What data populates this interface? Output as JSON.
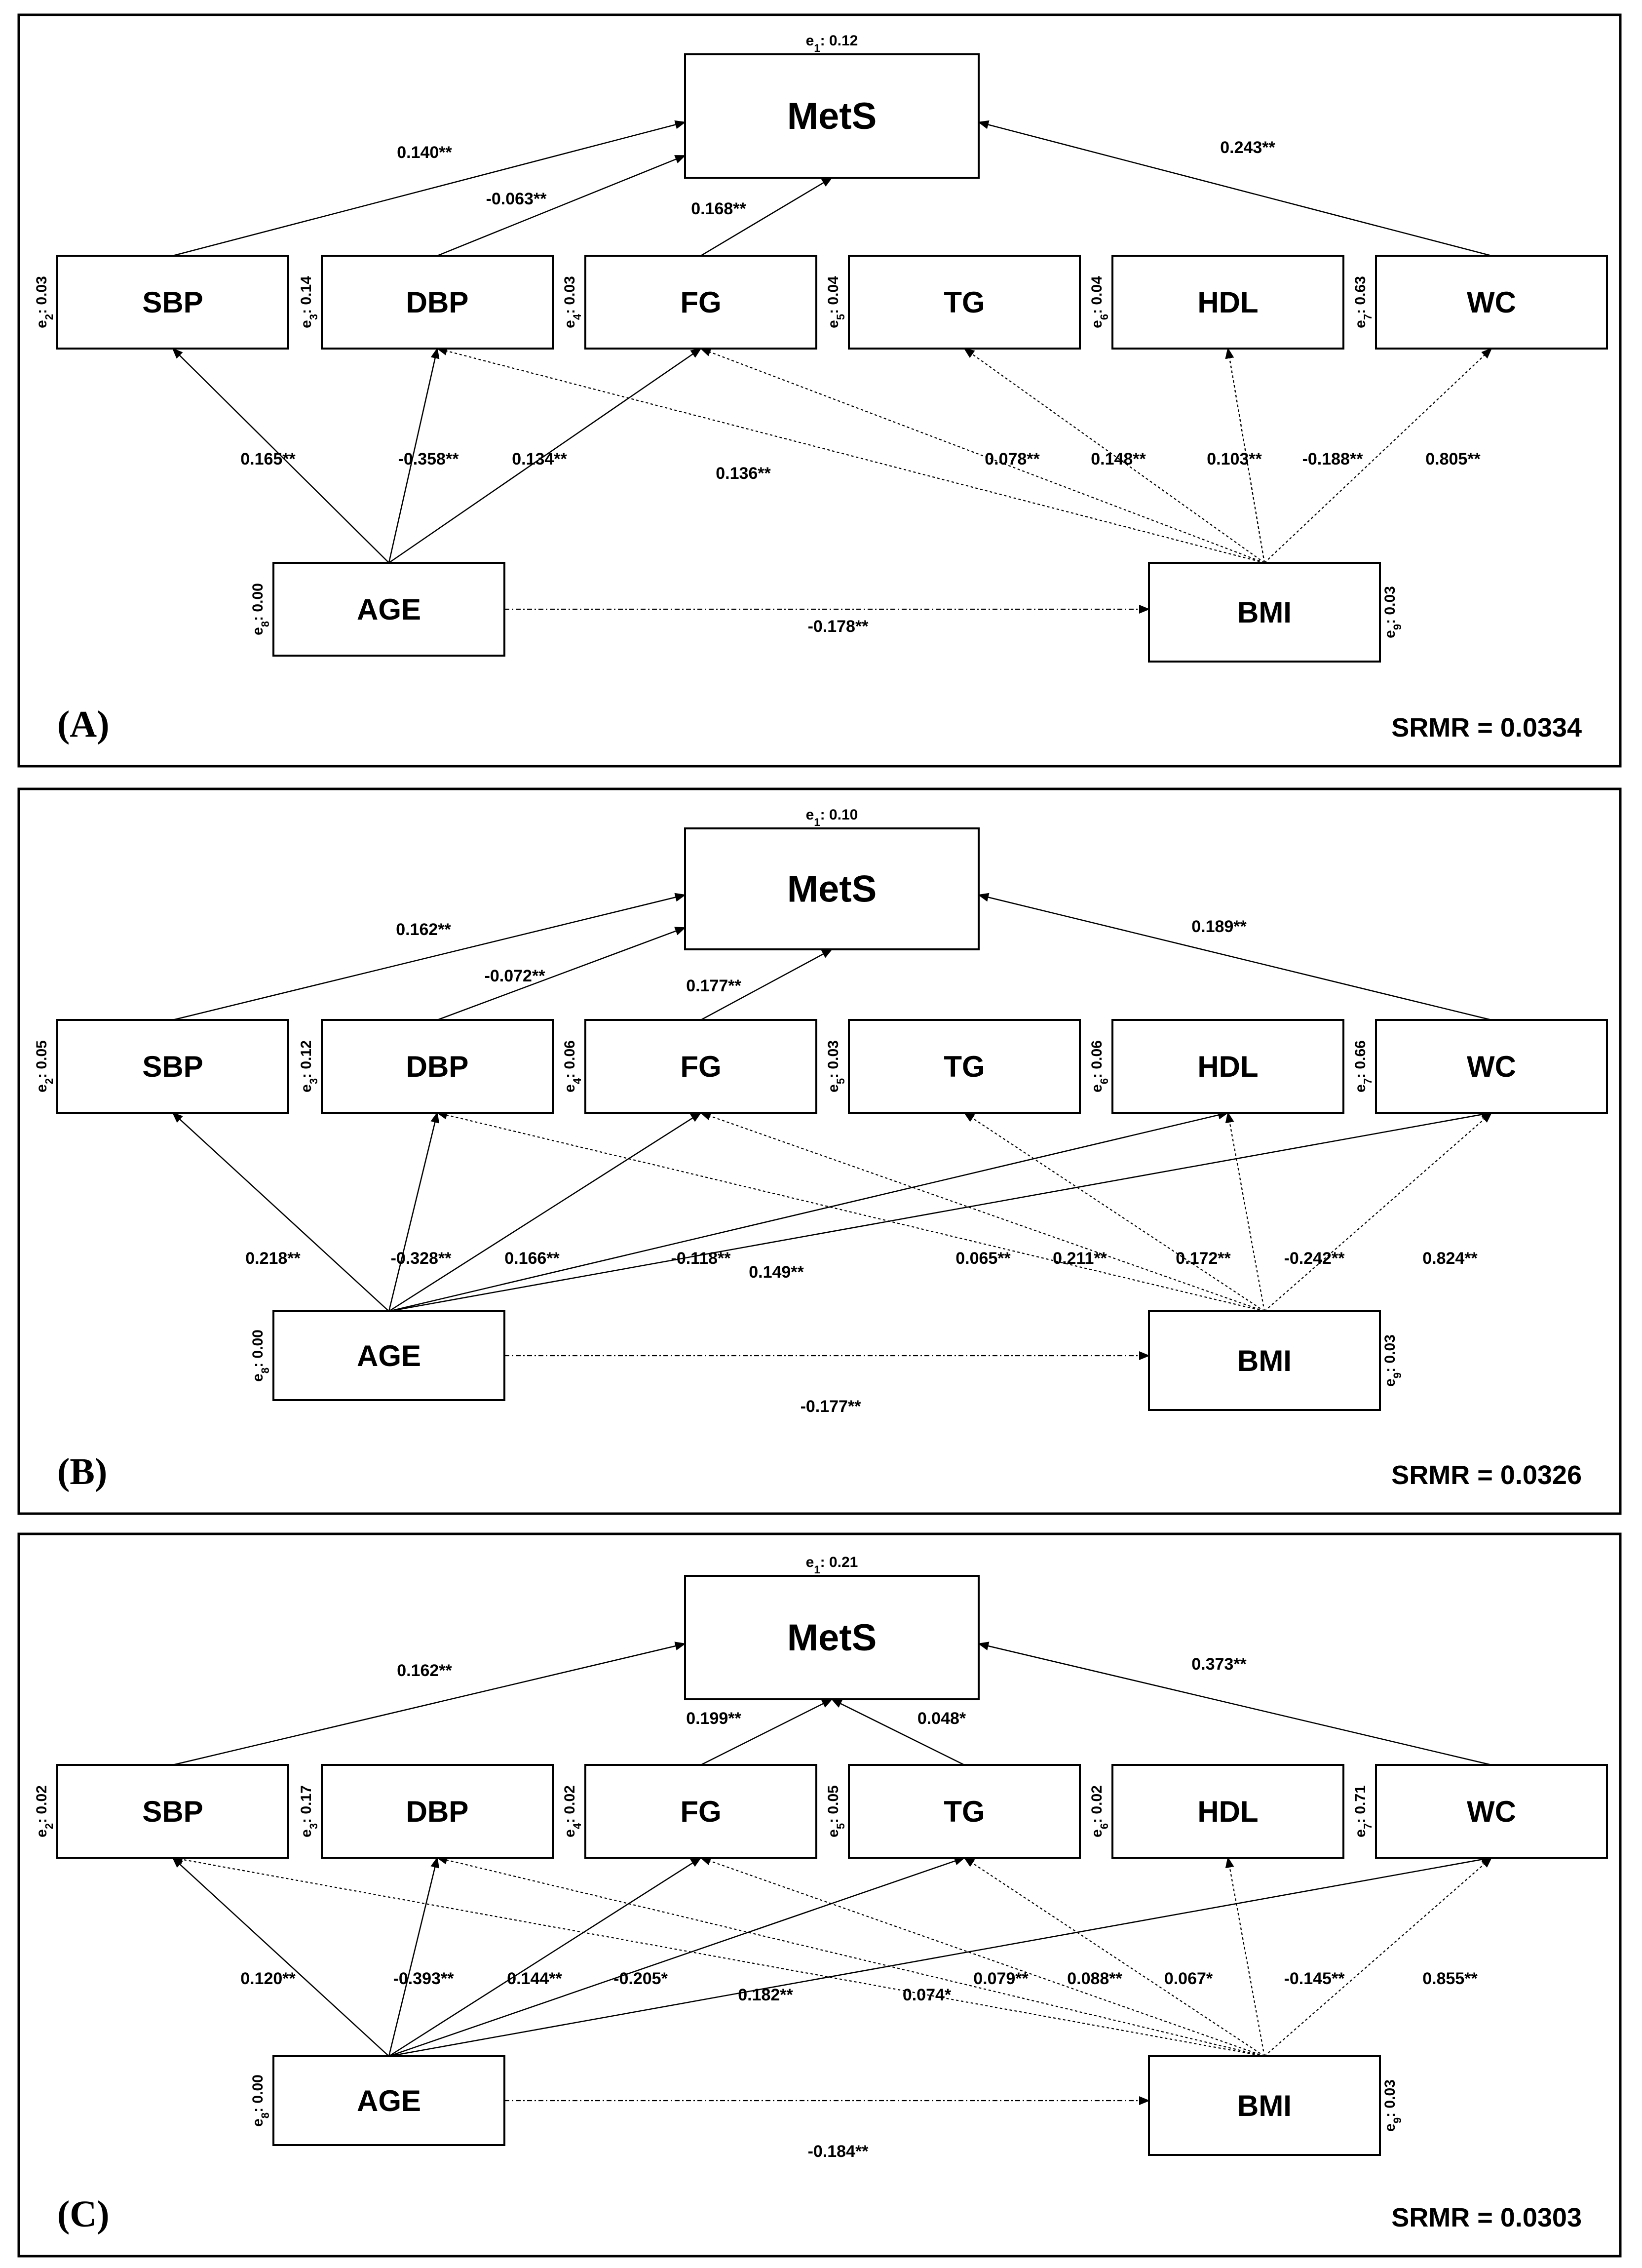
{
  "panels": [
    {
      "label": "(A)",
      "srmr": "SRMR = 0.0334",
      "nodes": {
        "mets": {
          "name": "MetS",
          "err": "e1: 0.12"
        },
        "sbp": {
          "name": "SBP",
          "err": "e2: 0.03"
        },
        "dbp": {
          "name": "DBP",
          "err": "e3: 0.14"
        },
        "fg": {
          "name": "FG",
          "err": "e4: 0.03"
        },
        "tg": {
          "name": "TG",
          "err": "e5: 0.04"
        },
        "hdl": {
          "name": "HDL",
          "err": "e6: 0.04"
        },
        "wc": {
          "name": "WC",
          "err": "e7: 0.63"
        },
        "age": {
          "name": "AGE",
          "err": "e8: 0.00"
        },
        "bmi": {
          "name": "BMI",
          "err": "e9: 0.03"
        }
      },
      "paths": [
        {
          "from": "sbp",
          "to": "mets",
          "coef": "0.140**",
          "style": "solid"
        },
        {
          "from": "dbp",
          "to": "mets",
          "coef": "-0.063**",
          "style": "solid"
        },
        {
          "from": "fg",
          "to": "mets",
          "coef": "0.168**",
          "style": "solid"
        },
        {
          "from": "wc",
          "to": "mets",
          "coef": "0.243**",
          "style": "solid"
        },
        {
          "from": "age",
          "to": "sbp",
          "coef": "0.165**",
          "style": "solid"
        },
        {
          "from": "age",
          "to": "dbp",
          "coef": "-0.358**",
          "style": "solid"
        },
        {
          "from": "age",
          "to": "fg",
          "coef": "0.134**",
          "style": "solid"
        },
        {
          "from": "bmi",
          "to": "dbp",
          "coef": "0.136**",
          "style": "dotted"
        },
        {
          "from": "bmi",
          "to": "fg",
          "coef": "0.078**",
          "style": "dotted"
        },
        {
          "from": "bmi",
          "to": "tg",
          "coef": "0.148**",
          "style": "dotted"
        },
        {
          "from": "bmi",
          "to": "hdl",
          "coef": "0.103**",
          "style": "dotted"
        },
        {
          "from": "bmi",
          "to": "hdl",
          "coef": "-0.188**",
          "style": "dotted"
        },
        {
          "from": "bmi",
          "to": "wc",
          "coef": "0.805**",
          "style": "dotted"
        },
        {
          "from": "age",
          "to": "bmi",
          "coef": "-0.178**",
          "style": "dashdot"
        }
      ]
    },
    {
      "label": "(B)",
      "srmr": "SRMR = 0.0326",
      "nodes": {
        "mets": {
          "name": "MetS",
          "err": "e1: 0.10"
        },
        "sbp": {
          "name": "SBP",
          "err": "e2: 0.05"
        },
        "dbp": {
          "name": "DBP",
          "err": "e3: 0.12"
        },
        "fg": {
          "name": "FG",
          "err": "e4: 0.06"
        },
        "tg": {
          "name": "TG",
          "err": "e5: 0.03"
        },
        "hdl": {
          "name": "HDL",
          "err": "e6: 0.06"
        },
        "wc": {
          "name": "WC",
          "err": "e7: 0.66"
        },
        "age": {
          "name": "AGE",
          "err": "e8: 0.00"
        },
        "bmi": {
          "name": "BMI",
          "err": "e9: 0.03"
        }
      },
      "paths": [
        {
          "from": "sbp",
          "to": "mets",
          "coef": "0.162**",
          "style": "solid"
        },
        {
          "from": "dbp",
          "to": "mets",
          "coef": "-0.072**",
          "style": "solid"
        },
        {
          "from": "fg",
          "to": "mets",
          "coef": "0.177**",
          "style": "solid"
        },
        {
          "from": "wc",
          "to": "mets",
          "coef": "0.189**",
          "style": "solid"
        },
        {
          "from": "age",
          "to": "sbp",
          "coef": "0.218**",
          "style": "solid"
        },
        {
          "from": "age",
          "to": "dbp",
          "coef": "-0.328**",
          "style": "solid"
        },
        {
          "from": "age",
          "to": "fg",
          "coef": "0.166**",
          "style": "solid"
        },
        {
          "from": "age",
          "to": "hdl",
          "coef": "-0.118**",
          "style": "solid"
        },
        {
          "from": "age",
          "to": "wc",
          "coef": "0.149**",
          "style": "solid"
        },
        {
          "from": "bmi",
          "to": "dbp",
          "coef": "0.065**",
          "style": "dotted"
        },
        {
          "from": "bmi",
          "to": "fg",
          "coef": "0.211**",
          "style": "dotted"
        },
        {
          "from": "bmi",
          "to": "tg",
          "coef": "0.172**",
          "style": "dotted"
        },
        {
          "from": "bmi",
          "to": "hdl",
          "coef": "-0.242**",
          "style": "dotted"
        },
        {
          "from": "bmi",
          "to": "wc",
          "coef": "0.824**",
          "style": "dotted"
        },
        {
          "from": "age",
          "to": "bmi",
          "coef": "-0.177**",
          "style": "dashdot"
        }
      ]
    },
    {
      "label": "(C)",
      "srmr": "SRMR = 0.0303",
      "nodes": {
        "mets": {
          "name": "MetS",
          "err": "e1: 0.21"
        },
        "sbp": {
          "name": "SBP",
          "err": "e2: 0.02"
        },
        "dbp": {
          "name": "DBP",
          "err": "e3: 0.17"
        },
        "fg": {
          "name": "FG",
          "err": "e4: 0.02"
        },
        "tg": {
          "name": "TG",
          "err": "e5: 0.05"
        },
        "hdl": {
          "name": "HDL",
          "err": "e6: 0.02"
        },
        "wc": {
          "name": "WC",
          "err": "e7: 0.71"
        },
        "age": {
          "name": "AGE",
          "err": "e8: 0.00"
        },
        "bmi": {
          "name": "BMI",
          "err": "e9: 0.03"
        }
      },
      "paths": [
        {
          "from": "sbp",
          "to": "mets",
          "coef": "0.162**",
          "style": "solid"
        },
        {
          "from": "fg",
          "to": "mets",
          "coef": "0.199**",
          "style": "solid"
        },
        {
          "from": "tg",
          "to": "mets",
          "coef": "0.048*",
          "style": "solid"
        },
        {
          "from": "wc",
          "to": "mets",
          "coef": "0.373**",
          "style": "solid"
        },
        {
          "from": "age",
          "to": "sbp",
          "coef": "0.120**",
          "style": "solid"
        },
        {
          "from": "age",
          "to": "dbp",
          "coef": "-0.393**",
          "style": "solid"
        },
        {
          "from": "age",
          "to": "fg",
          "coef": "0.144**",
          "style": "solid"
        },
        {
          "from": "age",
          "to": "tg",
          "coef": "-0.205*",
          "style": "solid"
        },
        {
          "from": "age",
          "to": "wc",
          "coef": "0.182**",
          "style": "solid"
        },
        {
          "from": "bmi",
          "to": "sbp",
          "coef": "0.074*",
          "style": "dotted"
        },
        {
          "from": "bmi",
          "to": "dbp",
          "coef": "0.079**",
          "style": "dotted"
        },
        {
          "from": "bmi",
          "to": "fg",
          "coef": "0.088**",
          "style": "dotted"
        },
        {
          "from": "bmi",
          "to": "tg",
          "coef": "0.067*",
          "style": "dotted"
        },
        {
          "from": "bmi",
          "to": "hdl",
          "coef": "-0.145**",
          "style": "dotted"
        },
        {
          "from": "bmi",
          "to": "wc",
          "coef": "0.855**",
          "style": "dotted"
        },
        {
          "from": "age",
          "to": "bmi",
          "coef": "-0.184**",
          "style": "dashdot"
        }
      ]
    }
  ]
}
